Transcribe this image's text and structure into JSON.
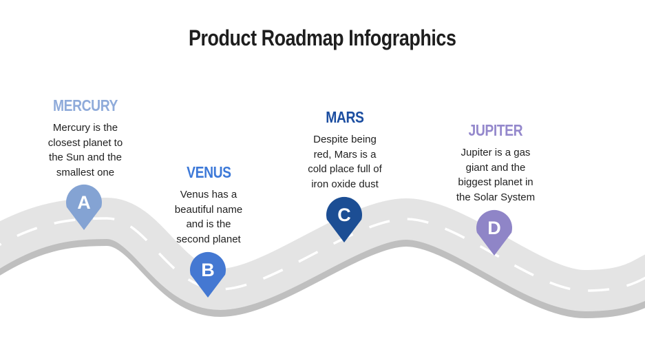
{
  "slide": {
    "title": "Product Roadmap Infographics",
    "title_color": "#1E1E1E",
    "background_color": "#FFFFFF"
  },
  "road": {
    "surface_color": "#E4E4E4",
    "edge_color": "#BFBFBF",
    "lane_dash_color": "#FFFFFF"
  },
  "milestones": [
    {
      "pin_label": "A",
      "heading": "MERCURY",
      "heading_color": "#8FABDA",
      "pin_color": "#84A3D3",
      "description_lines": [
        "Mercury is the",
        "closest planet to",
        "the Sun and the",
        "smallest one"
      ]
    },
    {
      "pin_label": "B",
      "heading": "VENUS",
      "heading_color": "#3D79D8",
      "pin_color": "#4478D2",
      "description_lines": [
        "Venus has a",
        "beautiful name",
        "and is the",
        "second planet"
      ]
    },
    {
      "pin_label": "C",
      "heading": "MARS",
      "heading_color": "#1B4DA0",
      "pin_color": "#1C4E94",
      "description_lines": [
        "Despite being",
        "red, Mars is a",
        "cold place full of",
        "iron oxide dust"
      ]
    },
    {
      "pin_label": "D",
      "heading": "JUPITER",
      "heading_color": "#9488CC",
      "pin_color": "#8F85C7",
      "description_lines": [
        "Jupiter is a gas",
        "giant and the",
        "biggest planet in",
        "the Solar System"
      ]
    }
  ]
}
